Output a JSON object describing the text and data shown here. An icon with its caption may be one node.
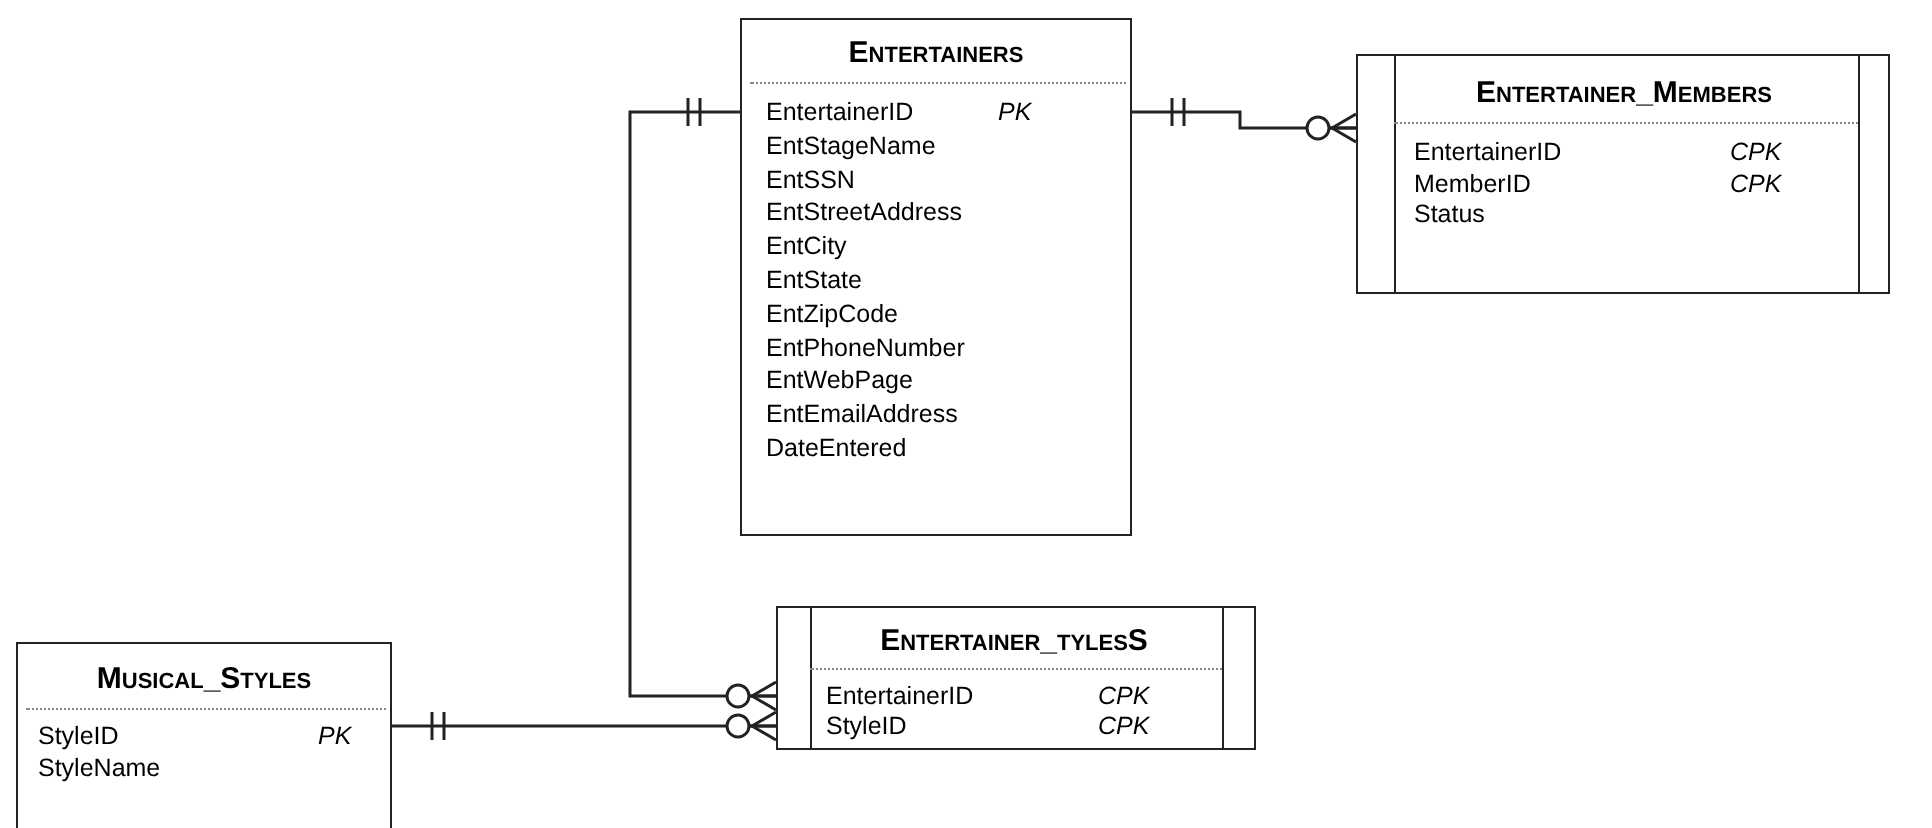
{
  "diagram": {
    "nodes": [
      {
        "text": [
          "Entertainers",
          "EntertainerID",
          "EntStageName",
          "EntSSN",
          "EntStreetAddress",
          "EntCity",
          "EntState",
          "EntZipCode",
          "EntPhoneNumber",
          "EntWebPage",
          "EntEmailAddress",
          "DateEntered",
          "PK"
        ]
      },
      {
        "text": [
          "Entertainer_Members",
          "EntertainerID",
          "MemberID",
          "Status",
          "CPK",
          "CPK"
        ]
      },
      {
        "text": [
          "Entertainer_tylesS",
          "EntertainerID",
          "StyleID",
          "CPK",
          "CPK"
        ]
      },
      {
        "text": [
          "Musical_Styles",
          "StyleID",
          "StyleName",
          "PK"
        ]
      }
    ],
    "edges": [
      {
        "from": 0,
        "to": 1,
        "arrow": "other"
      },
      {
        "from": 0,
        "to": 2,
        "arrow": "other"
      },
      {
        "from": 3,
        "to": 2,
        "arrow": "other"
      }
    ]
  }
}
